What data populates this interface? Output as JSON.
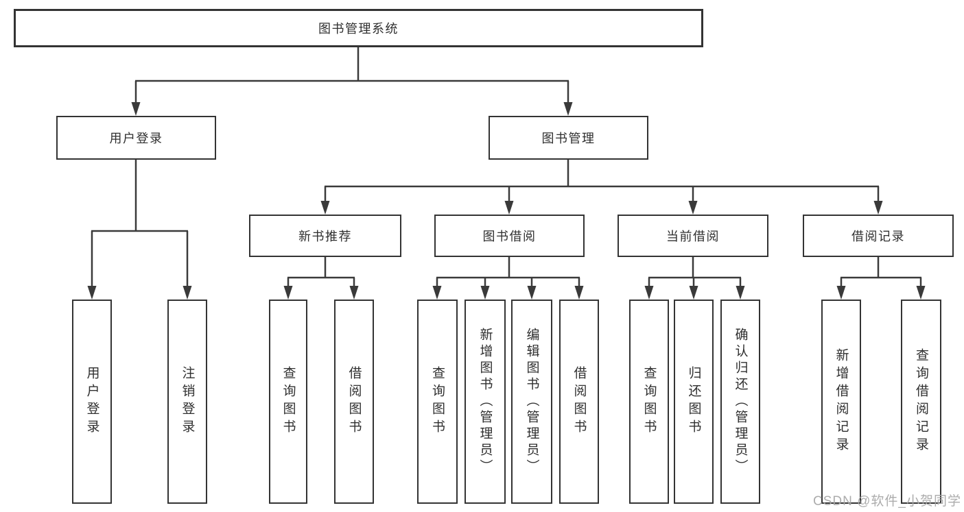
{
  "diagram": {
    "title": "图书管理系统",
    "watermark": "CSDN @软件_小贺同学",
    "colors": {
      "line": "#3a3a3a",
      "box_border": "#333333",
      "text": "#2f2f2f",
      "watermark": "#a8a8a8",
      "background": "#ffffff"
    },
    "nodes": {
      "root": "图书管理系统",
      "user_login": "用户登录",
      "book_management": "图书管理",
      "new_book_rec": "新书推荐",
      "book_borrow": "图书借阅",
      "current_borrow": "当前借阅",
      "borrow_record": "借阅记录",
      "leaf_user_login": "用户登录",
      "leaf_logout": "注销登录",
      "leaf_nb_query": "查询图书",
      "leaf_nb_borrow": "借阅图书",
      "leaf_bb_query": "查询图书",
      "leaf_bb_add": "新增图书（管理员）",
      "leaf_bb_edit": "编辑图书（管理员）",
      "leaf_bb_borrow": "借阅图书",
      "leaf_cb_query": "查询图书",
      "leaf_cb_return": "归还图书",
      "leaf_cb_confirm": "确认归还（管理员）",
      "leaf_br_add": "新增借阅记录",
      "leaf_br_query": "查询借阅记录"
    },
    "hierarchy": {
      "图书管理系统": {
        "用户登录": [
          "用户登录",
          "注销登录"
        ],
        "图书管理": {
          "新书推荐": [
            "查询图书",
            "借阅图书"
          ],
          "图书借阅": [
            "查询图书",
            "新增图书（管理员）",
            "编辑图书（管理员）",
            "借阅图书"
          ],
          "当前借阅": [
            "查询图书",
            "归还图书",
            "确认归还（管理员）"
          ],
          "借阅记录": [
            "新增借阅记录",
            "查询借阅记录"
          ]
        }
      }
    }
  }
}
